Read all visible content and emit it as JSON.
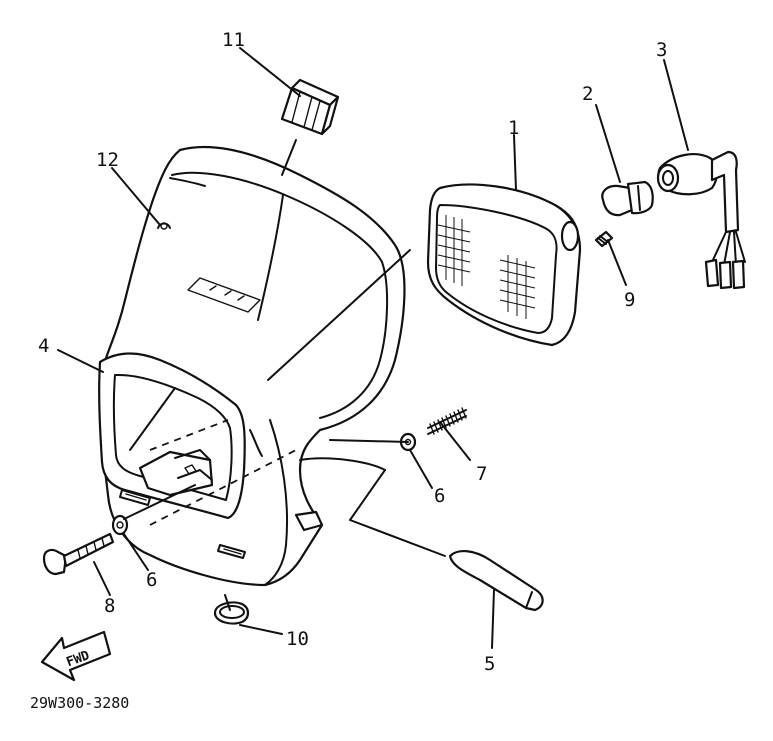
{
  "diagram": {
    "parts": [
      {
        "number": "1",
        "name": "headlight-unit"
      },
      {
        "number": "2",
        "name": "bulb"
      },
      {
        "number": "3",
        "name": "socket-cord"
      },
      {
        "number": "4",
        "name": "headlight-cover"
      },
      {
        "number": "5",
        "name": "emblem"
      },
      {
        "number": "6",
        "name": "washer"
      },
      {
        "number": "7",
        "name": "spring"
      },
      {
        "number": "8",
        "name": "bolt"
      },
      {
        "number": "9",
        "name": "screw"
      },
      {
        "number": "10",
        "name": "grommet"
      },
      {
        "number": "11",
        "name": "damper"
      },
      {
        "number": "12",
        "name": "clip"
      }
    ],
    "labels": {
      "p1": "1",
      "p2": "2",
      "p3": "3",
      "p4": "4",
      "p5": "5",
      "p6a": "6",
      "p6b": "6",
      "p7": "7",
      "p8": "8",
      "p9": "9",
      "p10": "10",
      "p11": "11",
      "p12": "12"
    },
    "direction_arrow": "FWD",
    "drawing_code": "29W300-3280"
  }
}
